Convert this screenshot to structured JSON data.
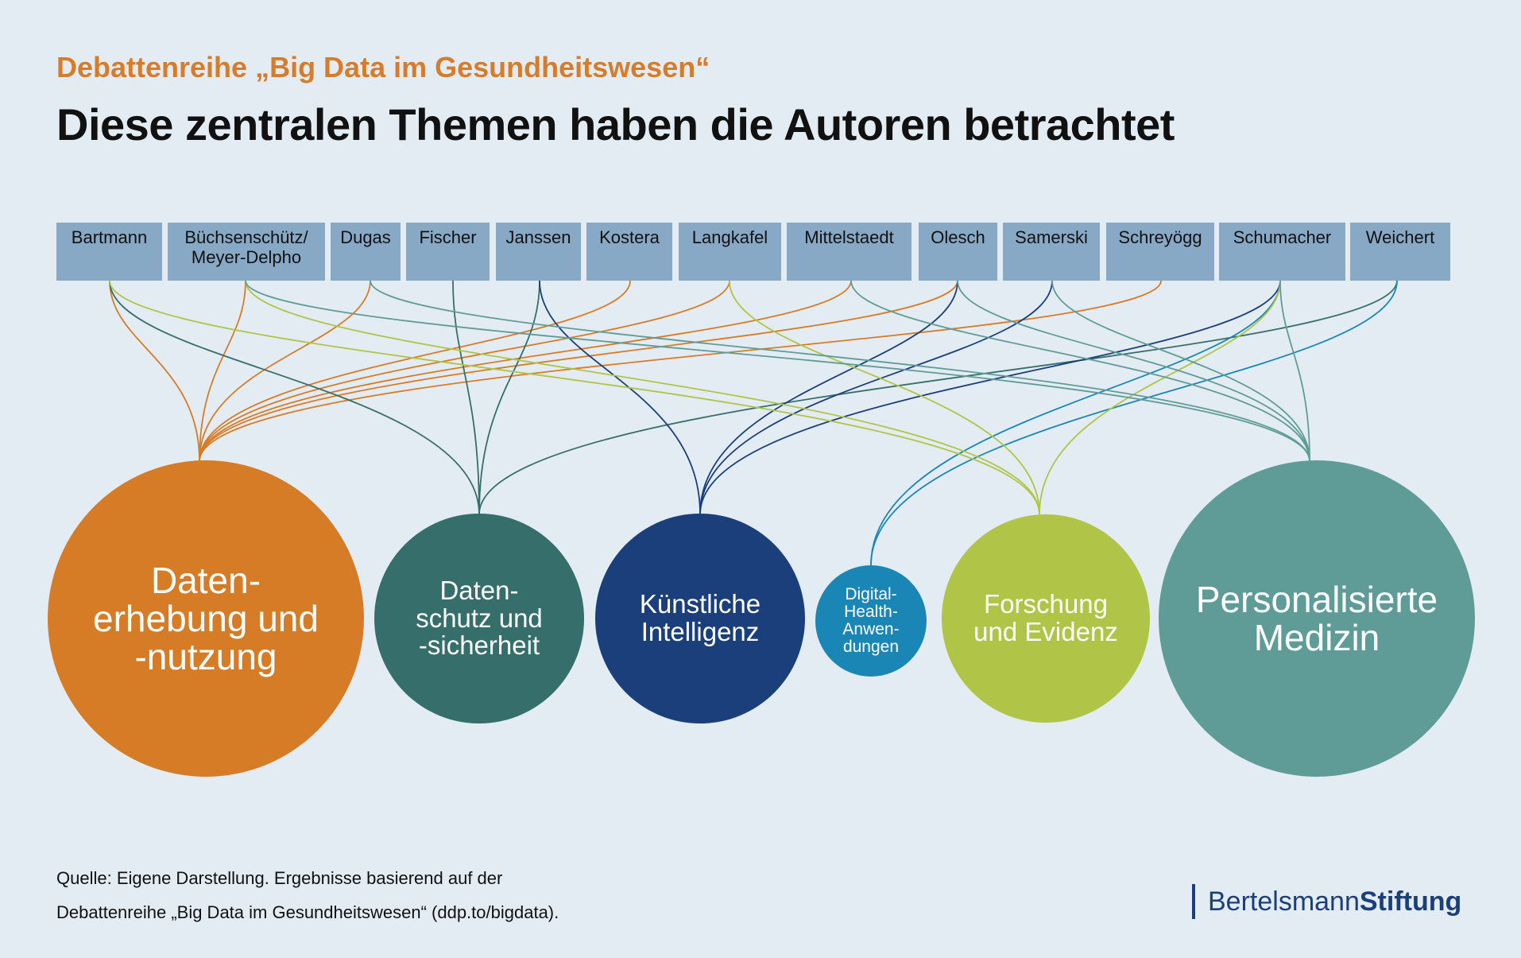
{
  "header": {
    "kicker": "Debattenreihe „Big Data im Gesundheitswesen“",
    "title": "Diese zentralen Themen haben die Autoren betrachtet"
  },
  "authors": [
    "Bartmann",
    "Büchsenschütz/\nMeyer-Delpho",
    "Dugas",
    "Fischer",
    "Janssen",
    "Kostera",
    "Langkafel",
    "Mittelstaedt",
    "Olesch",
    "Samerski",
    "Schreyögg",
    "Schumacher",
    "Weichert"
  ],
  "topics": [
    {
      "label": "Daten-\nerhebung und\n-nutzung",
      "color": "#d67c26"
    },
    {
      "label": "Daten-\nschutz und\n-sicherheit",
      "color": "#356e6a"
    },
    {
      "label": "Künstliche\nIntelligenz",
      "color": "#1b3f7a"
    },
    {
      "label": "Digital-\nHealth-\nAnwen-\ndungen",
      "color": "#1a86b5"
    },
    {
      "label": "Forschung\nund Evidenz",
      "color": "#b0c447"
    },
    {
      "label": "Personalisierte\nMedizin",
      "color": "#5f9c98"
    }
  ],
  "links": [
    [
      0,
      0
    ],
    [
      1,
      0
    ],
    [
      2,
      0
    ],
    [
      5,
      0
    ],
    [
      6,
      0
    ],
    [
      7,
      0
    ],
    [
      8,
      0
    ],
    [
      10,
      0
    ],
    [
      0,
      1
    ],
    [
      3,
      1
    ],
    [
      4,
      1
    ],
    [
      12,
      1
    ],
    [
      4,
      2
    ],
    [
      8,
      2
    ],
    [
      9,
      2
    ],
    [
      11,
      2
    ],
    [
      11,
      3
    ],
    [
      12,
      3
    ],
    [
      0,
      4
    ],
    [
      1,
      4
    ],
    [
      6,
      4
    ],
    [
      11,
      4
    ],
    [
      1,
      5
    ],
    [
      2,
      5
    ],
    [
      7,
      5
    ],
    [
      8,
      5
    ],
    [
      9,
      5
    ],
    [
      11,
      5
    ]
  ],
  "footer": {
    "source_line1": "Quelle: Eigene Darstellung. Ergebnisse basierend auf der",
    "source_line2": "Debattenreihe „Big Data im Gesundheitswesen“ (ddp.to/bigdata).",
    "logo_regular": "Bertelsmann",
    "logo_bold": "Stiftung"
  }
}
